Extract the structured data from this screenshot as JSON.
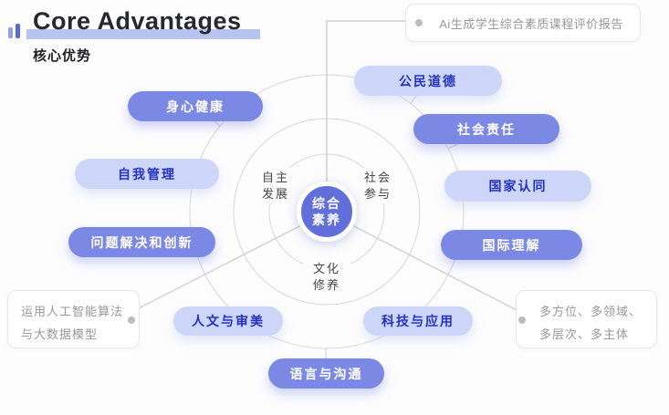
{
  "colors": {
    "accent_dark": "#7b89e4",
    "accent_light": "#cdd6f8",
    "accent_text_blue": "#2433bd",
    "center_circle": "#6170d8",
    "title_highlight": "#b7c4f0",
    "line_gray": "#d6d6d6",
    "callout_text_gray": "#96989d"
  },
  "header": {
    "title": "Core Advantages",
    "subtitle": "核心优势"
  },
  "top_callout": {
    "text": "Ai生成学生综合素质课程评价报告"
  },
  "left_callout": {
    "line1": "运用人工智能算法",
    "line2": "与大数据模型"
  },
  "right_callout": {
    "line1": "多方位、多领域、",
    "line2": "多层次、多主体"
  },
  "center_circle": {
    "line1": "综合",
    "line2": "素养"
  },
  "ring_labels": [
    {
      "line1": "自主",
      "line2": "发展"
    },
    {
      "line1": "社会",
      "line2": "参与"
    },
    {
      "line1": "文化",
      "line2": "修养"
    }
  ],
  "pills": [
    {
      "label": "身心健康",
      "variant": "dark"
    },
    {
      "label": "公民道德",
      "variant": "light"
    },
    {
      "label": "自我管理",
      "variant": "light"
    },
    {
      "label": "社会责任",
      "variant": "dark"
    },
    {
      "label": "国家认同",
      "variant": "light"
    },
    {
      "label": "问题解决和创新",
      "variant": "dark"
    },
    {
      "label": "国际理解",
      "variant": "dark"
    },
    {
      "label": "人文与审美",
      "variant": "light"
    },
    {
      "label": "科技与应用",
      "variant": "light"
    },
    {
      "label": "语言与沟通",
      "variant": "dark"
    }
  ]
}
